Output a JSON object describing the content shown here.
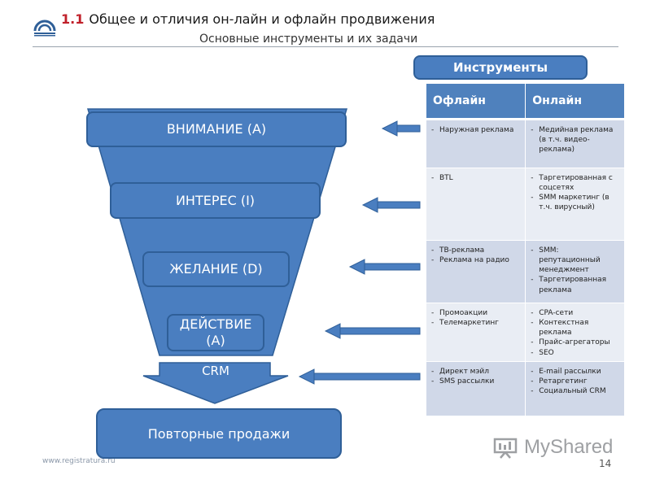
{
  "header": {
    "section_number": "1.1",
    "title": "Общее и отличия он-лайн и офлайн продвижения",
    "subtitle": "Основные инструменты и их задачи"
  },
  "funnel": {
    "stages": [
      {
        "label": "ВНИМАНИЕ (А)"
      },
      {
        "label": "ИНТЕРЕС (I)"
      },
      {
        "label": "ЖЕЛАНИЕ (D)"
      },
      {
        "label": "ДЕЙСТВИЕ (А)"
      }
    ],
    "crm_label": "CRM",
    "repeat_sales_label": "Повторные продажи"
  },
  "tools": {
    "header": "Инструменты",
    "columns": [
      "Офлайн",
      "Онлайн"
    ],
    "rows": [
      {
        "offline": [
          "Наружная реклама"
        ],
        "online": [
          "Медийная реклама (в т.ч. видео-реклама)"
        ]
      },
      {
        "offline": [
          "BTL"
        ],
        "online": [
          "Таргетированная с соцсетях",
          "SMM маркетинг (в т.ч. вирусный)"
        ]
      },
      {
        "offline": [
          "ТВ-реклама",
          "Реклама на радио"
        ],
        "online": [
          "SMM: репутационный менеджмент",
          "Таргетированная реклама"
        ]
      },
      {
        "offline": [
          "Промоакции",
          "Телемаркетинг"
        ],
        "online": [
          "CPA-сети",
          "Контекстная реклама",
          "Прайс-агрегаторы",
          "SEO"
        ]
      },
      {
        "offline": [
          "Директ мэйл",
          "SMS рассылки"
        ],
        "online": [
          "E-mail рассылки",
          "Ретаргетинг",
          "Социальный CRM"
        ]
      }
    ]
  },
  "footer": {
    "url": "www.registratura.ru",
    "page": "14"
  },
  "watermark": {
    "text": "MyShared"
  },
  "colors": {
    "funnel_fill": "#4a7ec0",
    "funnel_border": "#2f5f98",
    "header_fill": "#4f81bd",
    "arrow": "#4a7ec0",
    "title_accent": "#c0202a"
  }
}
